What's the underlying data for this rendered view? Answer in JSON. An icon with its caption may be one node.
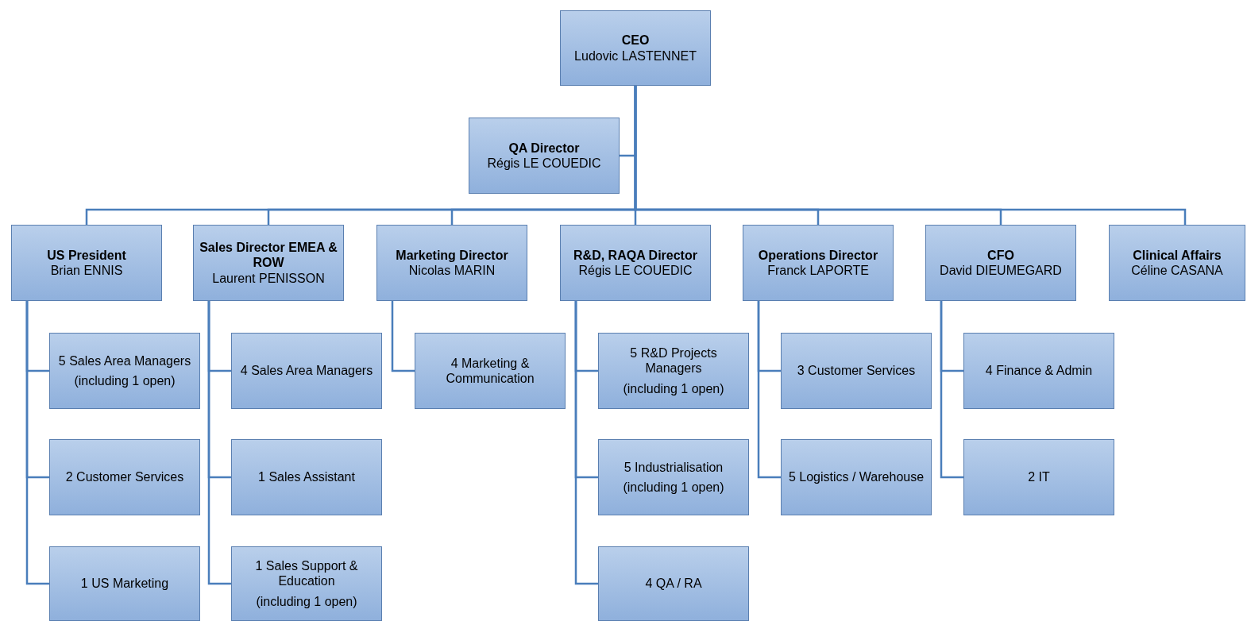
{
  "diagram": {
    "nodes": [
      {
        "text": [
          "CEO",
          "Ludovic LASTENNET"
        ]
      },
      {
        "text": [
          "QA Director",
          "Régis LE COUEDIC"
        ]
      },
      {
        "text": [
          "US President",
          "Brian ENNIS"
        ]
      },
      {
        "text": [
          "Sales Director EMEA & ROW",
          "Laurent PENISSON"
        ]
      },
      {
        "text": [
          "Marketing Director",
          "Nicolas MARIN"
        ]
      },
      {
        "text": [
          "R&D, RAQA Director",
          "Régis LE COUEDIC"
        ]
      },
      {
        "text": [
          "Operations Director",
          "Franck LAPORTE"
        ]
      },
      {
        "text": [
          "CFO",
          "David DIEUMEGARD"
        ]
      },
      {
        "text": [
          "Clinical Affairs",
          "Céline CASANA"
        ]
      },
      {
        "text": [
          "5 Sales Area Managers",
          "(including 1 open)"
        ]
      },
      {
        "text": [
          "2 Customer Services"
        ]
      },
      {
        "text": [
          "1 US Marketing"
        ]
      },
      {
        "text": [
          "4 Sales Area Managers"
        ]
      },
      {
        "text": [
          "1 Sales Assistant"
        ]
      },
      {
        "text": [
          "1 Sales Support & Education",
          "(including 1 open)"
        ]
      },
      {
        "text": [
          "4 Marketing & Communication"
        ]
      },
      {
        "text": [
          "5 R&D Projects Managers",
          "(including 1 open)"
        ]
      },
      {
        "text": [
          "5 Industrialisation",
          "(including 1 open)"
        ]
      },
      {
        "text": [
          "4 QA / RA"
        ]
      },
      {
        "text": [
          "3 Customer Services"
        ]
      },
      {
        "text": [
          "5 Logistics / Warehouse"
        ]
      },
      {
        "text": [
          "4 Finance & Admin"
        ]
      },
      {
        "text": [
          "2 IT"
        ]
      }
    ],
    "edges": [
      {
        "from": 0,
        "to": 1,
        "arrow": "none"
      },
      {
        "from": 0,
        "to": 2,
        "arrow": "none"
      },
      {
        "from": 0,
        "to": 3,
        "arrow": "none"
      },
      {
        "from": 0,
        "to": 4,
        "arrow": "none"
      },
      {
        "from": 0,
        "to": 5,
        "arrow": "none"
      },
      {
        "from": 0,
        "to": 6,
        "arrow": "none"
      },
      {
        "from": 0,
        "to": 7,
        "arrow": "none"
      },
      {
        "from": 0,
        "to": 8,
        "arrow": "none"
      },
      {
        "from": 2,
        "to": 9,
        "arrow": "none"
      },
      {
        "from": 2,
        "to": 10,
        "arrow": "none"
      },
      {
        "from": 2,
        "to": 11,
        "arrow": "none"
      },
      {
        "from": 3,
        "to": 12,
        "arrow": "none"
      },
      {
        "from": 3,
        "to": 13,
        "arrow": "none"
      },
      {
        "from": 3,
        "to": 14,
        "arrow": "none"
      },
      {
        "from": 4,
        "to": 15,
        "arrow": "none"
      },
      {
        "from": 5,
        "to": 16,
        "arrow": "none"
      },
      {
        "from": 5,
        "to": 17,
        "arrow": "none"
      },
      {
        "from": 5,
        "to": 18,
        "arrow": "none"
      },
      {
        "from": 6,
        "to": 19,
        "arrow": "none"
      },
      {
        "from": 6,
        "to": 20,
        "arrow": "none"
      },
      {
        "from": 7,
        "to": 21,
        "arrow": "none"
      },
      {
        "from": 7,
        "to": 22,
        "arrow": "none"
      }
    ]
  }
}
